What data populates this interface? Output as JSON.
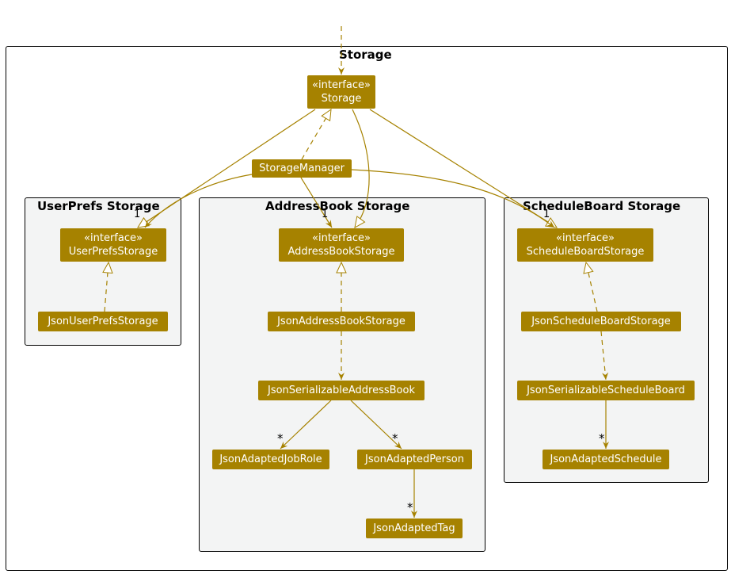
{
  "frame": {
    "title": "Storage"
  },
  "packages": {
    "userprefs": {
      "title": "UserPrefs Storage"
    },
    "addressbook": {
      "title": "AddressBook Storage"
    },
    "scheduleboard": {
      "title": "ScheduleBoard Storage"
    }
  },
  "nodes": {
    "storage": {
      "stereotype": "«interface»",
      "name": "Storage"
    },
    "storage_manager": {
      "name": "StorageManager"
    },
    "userprefs_storage": {
      "stereotype": "«interface»",
      "name": "UserPrefsStorage"
    },
    "json_userprefs_storage": {
      "name": "JsonUserPrefsStorage"
    },
    "addressbook_storage": {
      "stereotype": "«interface»",
      "name": "AddressBookStorage"
    },
    "json_addressbook_storage": {
      "name": "JsonAddressBookStorage"
    },
    "json_serializable_addressbook": {
      "name": "JsonSerializableAddressBook"
    },
    "json_adapted_jobrole": {
      "name": "JsonAdaptedJobRole"
    },
    "json_adapted_person": {
      "name": "JsonAdaptedPerson"
    },
    "json_adapted_tag": {
      "name": "JsonAdaptedTag"
    },
    "scheduleboard_storage": {
      "stereotype": "«interface»",
      "name": "ScheduleBoardStorage"
    },
    "json_scheduleboard_storage": {
      "name": "JsonScheduleBoardStorage"
    },
    "json_serializable_scheduleboard": {
      "name": "JsonSerializableScheduleBoard"
    },
    "json_adapted_schedule": {
      "name": "JsonAdaptedSchedule"
    }
  },
  "multiplicities": {
    "userprefs": "1",
    "addressbook": "1",
    "scheduleboard": "1",
    "jobrole": "*",
    "person": "*",
    "tag": "*",
    "schedule": "*"
  },
  "colors": {
    "node_fill": "#a68200",
    "edge": "#a68200",
    "package_fill": "#f3f4f4"
  }
}
